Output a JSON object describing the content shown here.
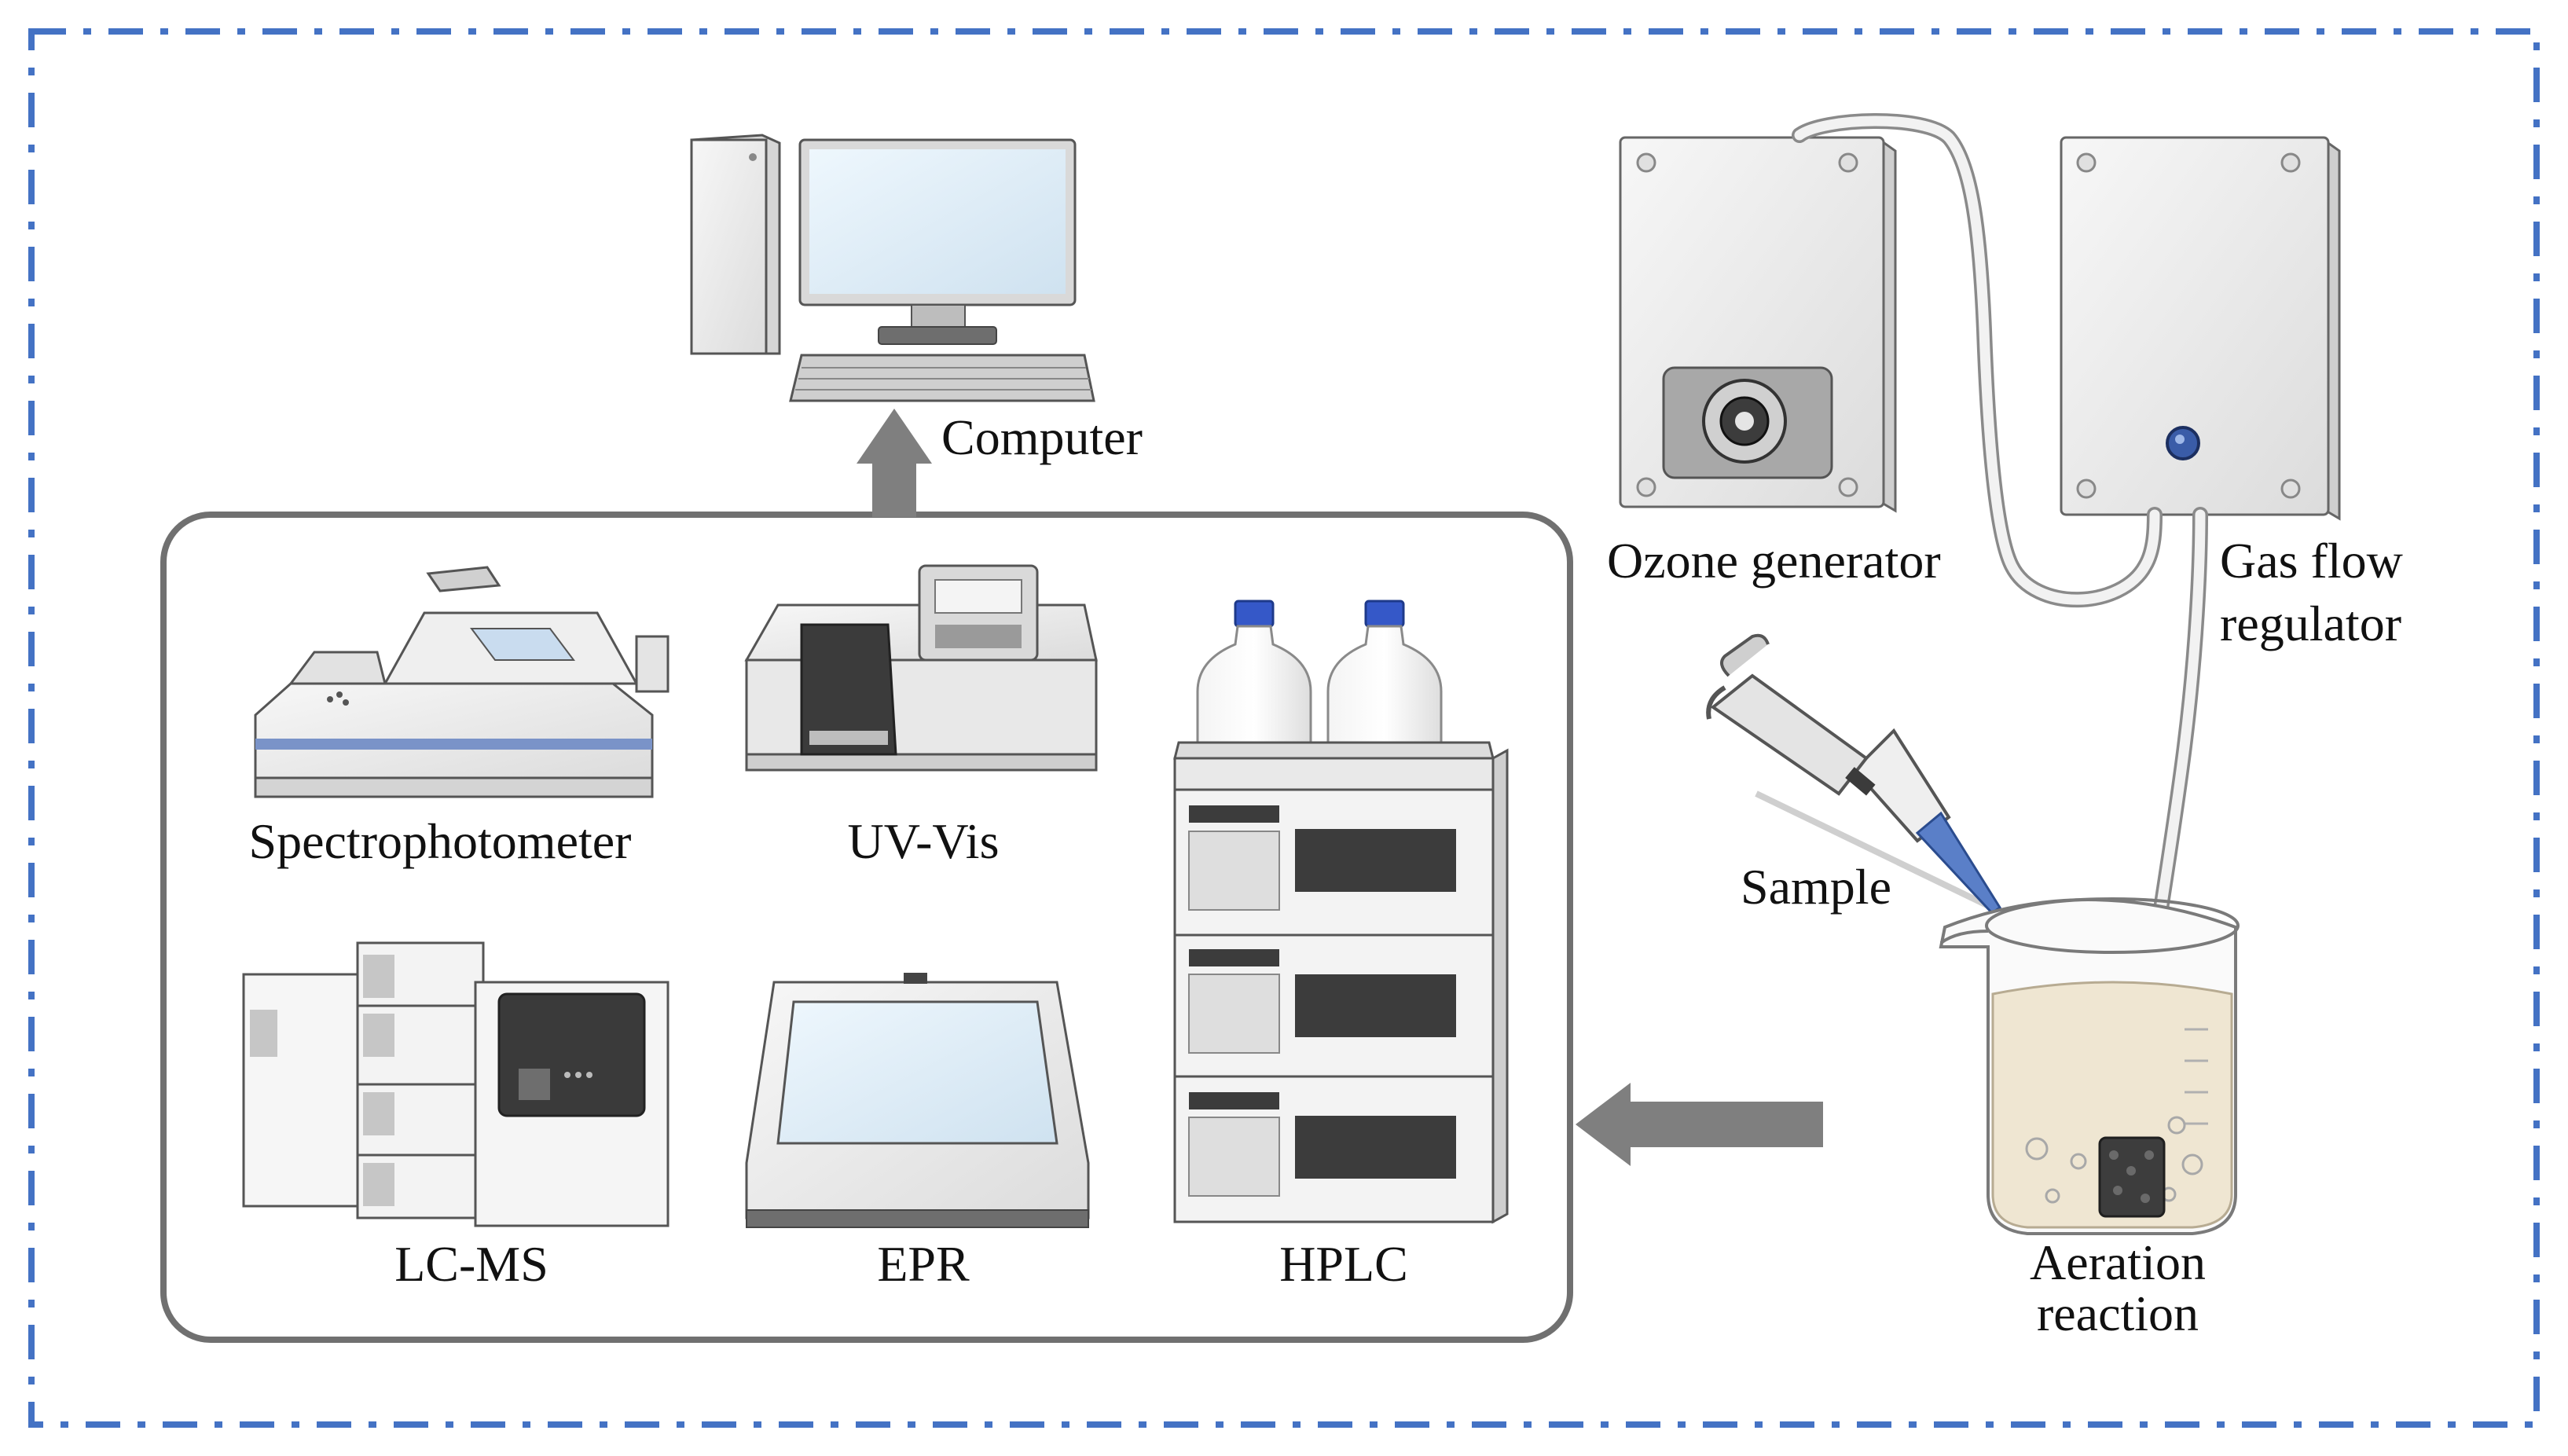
{
  "labels": {
    "computer": "Computer",
    "ozone_generator": "Ozone generator",
    "gas_flow_line1": "Gas flow",
    "gas_flow_line2": "regulator",
    "sample": "Sample",
    "aeration_line1": "Aeration",
    "aeration_line2": "reaction",
    "spectrophotometer": "Spectrophotometer",
    "uv_vis": "UV-Vis",
    "lc_ms": "LC-MS",
    "epr": "EPR",
    "hplc": "HPLC"
  },
  "colors": {
    "outer_border": "#4472c4",
    "panel_border": "#707070",
    "arrow": "#7f7f7f",
    "device_body": "#ececec",
    "device_edge": "#555555",
    "screen": "#dcecf7",
    "bottle_cap": "#3558c8",
    "liquid": "#efe6d2",
    "text": "#111111"
  }
}
